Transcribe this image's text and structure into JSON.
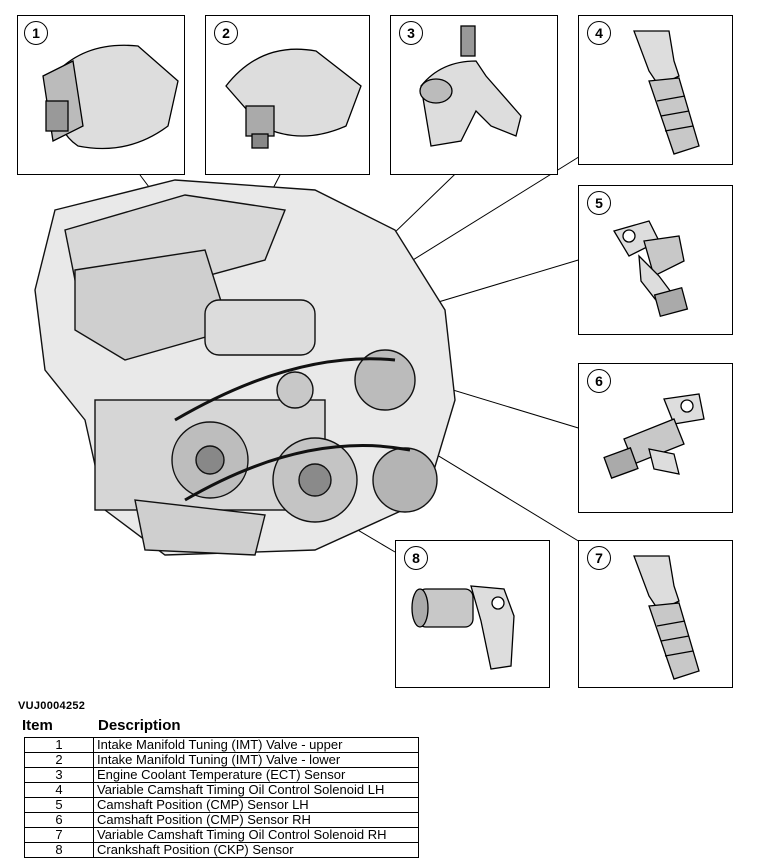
{
  "figure_id": "VUJ0004252",
  "table": {
    "headers": {
      "item": "Item",
      "description": "Description"
    },
    "rows": [
      {
        "item": "1",
        "description": "Intake Manifold Tuning (IMT) Valve - upper"
      },
      {
        "item": "2",
        "description": "Intake Manifold Tuning (IMT) Valve - lower"
      },
      {
        "item": "3",
        "description": "Engine Coolant Temperature (ECT) Sensor"
      },
      {
        "item": "4",
        "description": "Variable Camshaft Timing Oil Control Solenoid LH"
      },
      {
        "item": "5",
        "description": "Camshaft Position (CMP) Sensor LH"
      },
      {
        "item": "6",
        "description": "Camshaft Position (CMP) Sensor RH"
      },
      {
        "item": "7",
        "description": "Variable Camshaft Timing Oil Control Solenoid RH"
      },
      {
        "item": "8",
        "description": "Crankshaft Position (CKP) Sensor"
      }
    ]
  },
  "callouts": [
    "1",
    "2",
    "3",
    "4",
    "5",
    "6",
    "7",
    "8"
  ]
}
